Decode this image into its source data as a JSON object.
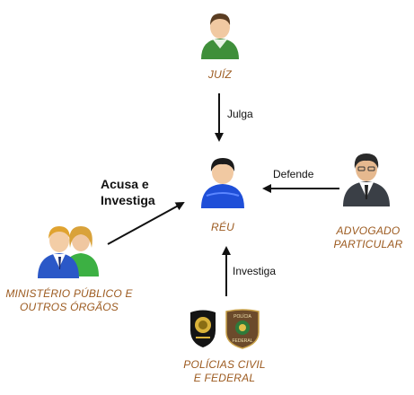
{
  "nodes": {
    "juiz": {
      "label": "JUÍZ",
      "icon": "judge-avatar-icon"
    },
    "reu": {
      "label": "RÉU",
      "icon": "defendant-avatar-icon"
    },
    "advogado": {
      "label_line1": "ADVOGADO",
      "label_line2": "PARTICULAR",
      "icon": "lawyer-avatar-icon"
    },
    "ministerio": {
      "label_line1": "MINISTÉRIO PÚBLICO E",
      "label_line2": "OUTROS ÓRGÃOS",
      "icon": "prosecutors-group-icon"
    },
    "policias": {
      "label_line1": "POLÍCIAS CIVIL",
      "label_line2": "E FEDERAL",
      "icon": "police-badges-icon"
    }
  },
  "edges": {
    "julga": "Julga",
    "defende": "Defende",
    "investiga": "Investiga",
    "acusa_line1": "Acusa e",
    "acusa_line2": "Investiga"
  },
  "badges": {
    "federal_top": "POLÍCIA",
    "federal_bottom": "FEDERAL"
  },
  "colors": {
    "label": "#9c5a1f",
    "arrow": "#111111",
    "judge_shirt": "#3f8f3a",
    "defendant_shirt": "#1f4fd8",
    "lawyer_suit": "#3a3f46"
  }
}
